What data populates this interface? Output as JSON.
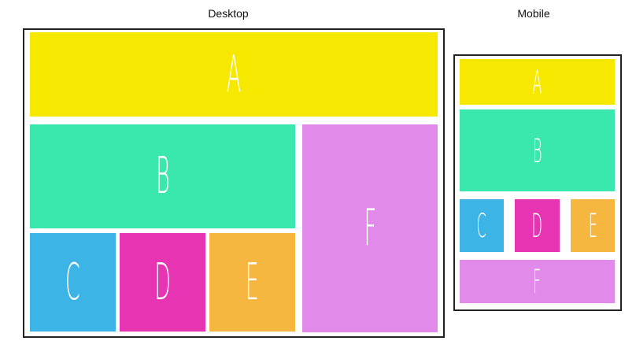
{
  "desktop": {
    "heading": "Desktop",
    "blocks": {
      "a": {
        "label": "A",
        "color": "#f7e800"
      },
      "b": {
        "label": "B",
        "color": "#3ae8ad"
      },
      "c": {
        "label": "C",
        "color": "#3cb5e6"
      },
      "d": {
        "label": "D",
        "color": "#e634b3"
      },
      "e": {
        "label": "E",
        "color": "#f5b73f"
      },
      "f": {
        "label": "F",
        "color": "#e28ae9"
      }
    }
  },
  "mobile": {
    "heading": "Mobile",
    "blocks": {
      "a": {
        "label": "A",
        "color": "#f7e800"
      },
      "b": {
        "label": "B",
        "color": "#3ae8ad"
      },
      "c": {
        "label": "C",
        "color": "#3cb5e6"
      },
      "d": {
        "label": "D",
        "color": "#e634b3"
      },
      "e": {
        "label": "E",
        "color": "#f5b73f"
      },
      "f": {
        "label": "F",
        "color": "#e28ae9"
      }
    }
  }
}
